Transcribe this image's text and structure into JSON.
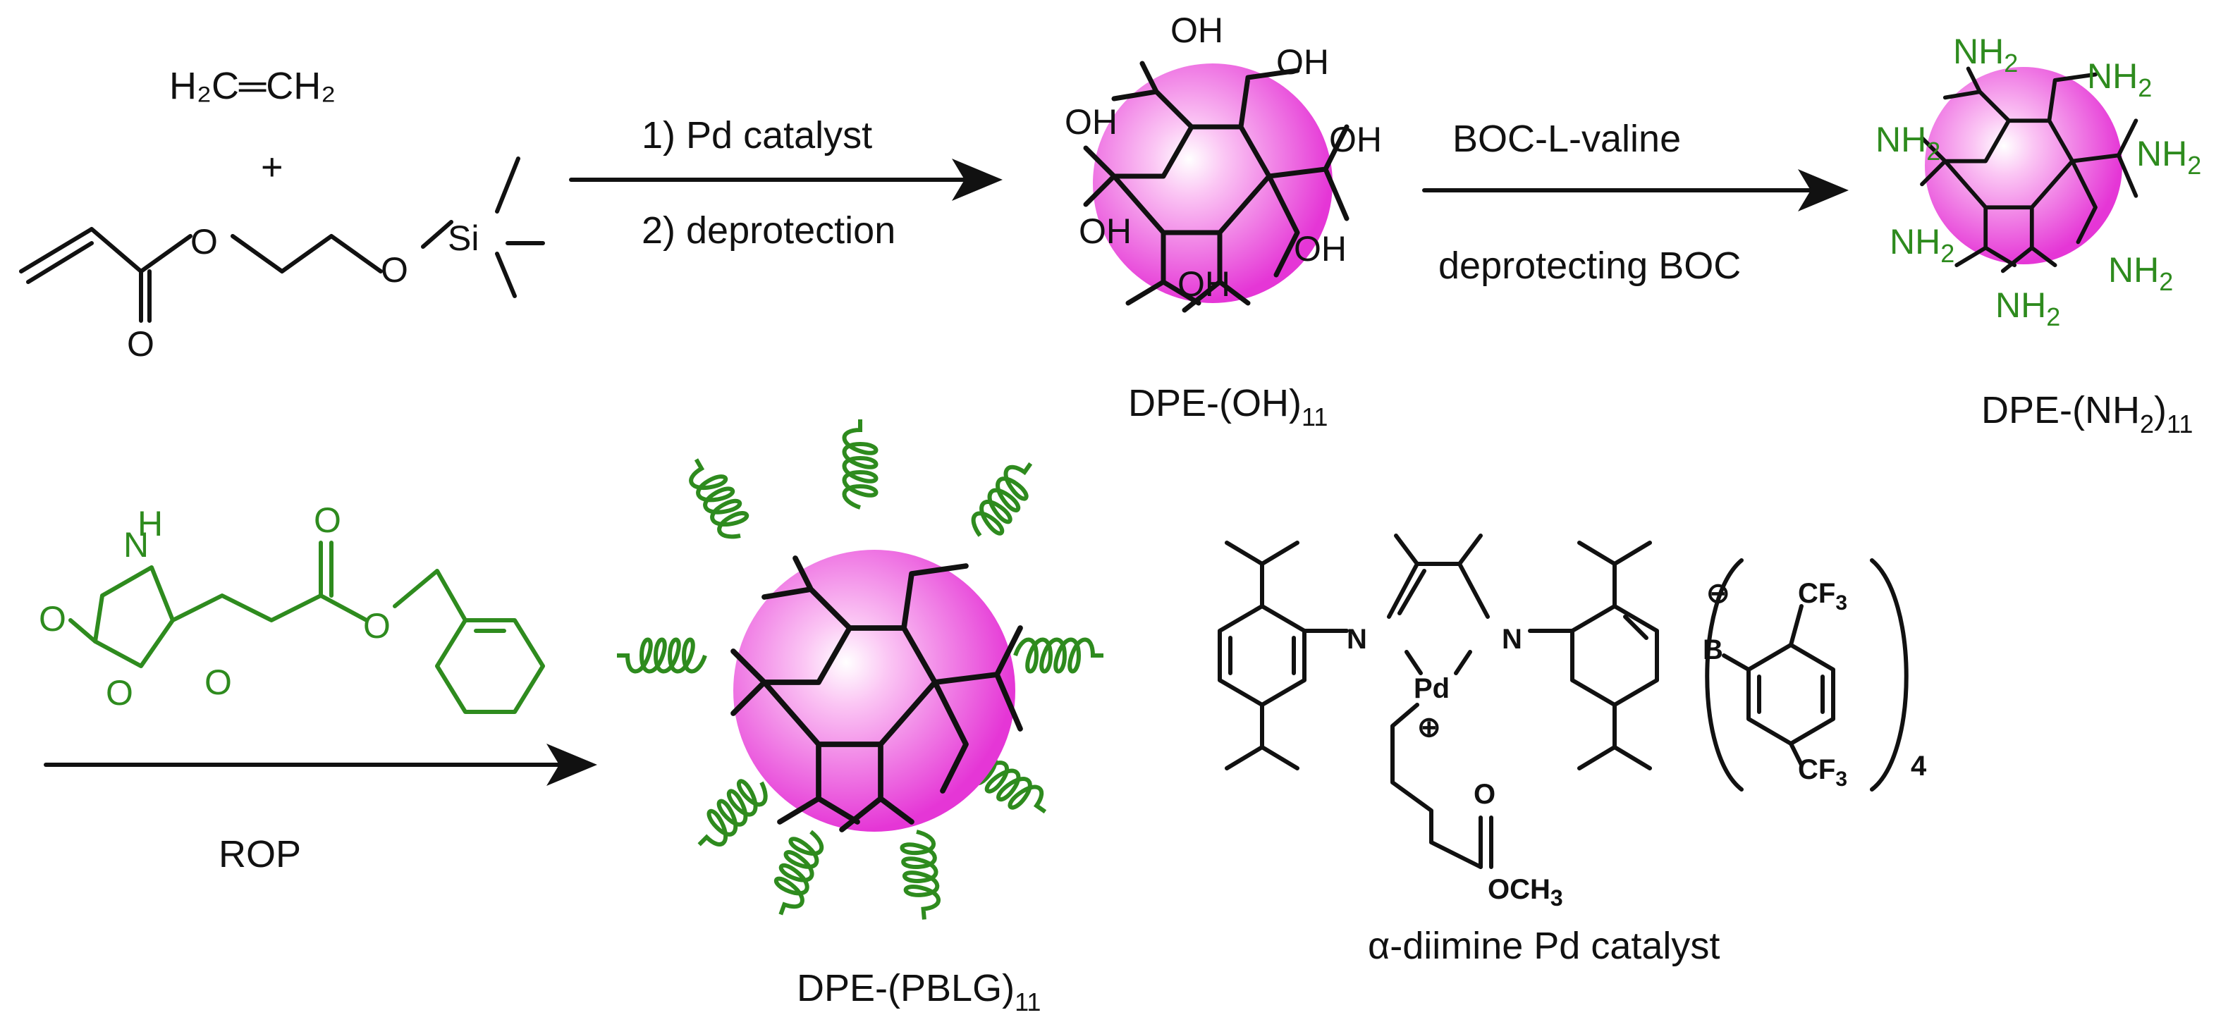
{
  "colors": {
    "green": "#2e8b1e",
    "magenta": "#e536d6",
    "ink": "#111111"
  },
  "reagents": {
    "ethylene": "H₂C═CH₂",
    "plus": "+",
    "acrylate_O1": "O",
    "acrylate_O2": "O",
    "acrylate_O3": "O",
    "acrylate_Si": "Si"
  },
  "step1": {
    "line1": "1) Pd catalyst",
    "line2": "2) deprotection"
  },
  "step2": {
    "line1": "BOC-L-valine",
    "line2": "deprotecting BOC"
  },
  "step3": {
    "label": "ROP"
  },
  "products": {
    "oh_label": "DPE-(OH)",
    "oh_sub": "11",
    "oh_group": "OH",
    "nh2_label": "DPE-(NH",
    "nh2_sub2": "2",
    "nh2_close": ")",
    "nh2_sub": "11",
    "nh2_group": "NH",
    "nh2_group_sub": "2",
    "pblg_label": "DPE-(PBLG)",
    "pblg_sub": "11"
  },
  "monomer": {
    "N": "N",
    "H": "H",
    "O_ring": "O",
    "O_carbonyl1": "O",
    "O_carbonyl2": "O",
    "O_ester": "O",
    "O_ester2": "O"
  },
  "catalyst": {
    "N1": "N",
    "N2": "N",
    "Pd": "Pd",
    "charge": "⊕",
    "O": "O",
    "OCH3": "OCH",
    "OCH3_sub": "3",
    "anion_charge": "⊖",
    "B": "B",
    "CF3": "CF",
    "CF3_sub": "3",
    "count": "4",
    "name": "α-diimine Pd catalyst"
  }
}
